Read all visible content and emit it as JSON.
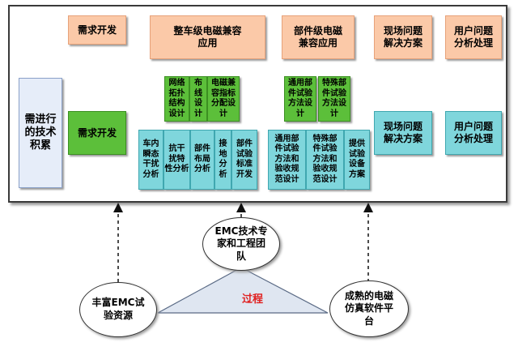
{
  "top_row": {
    "left": "需求开发",
    "vehicle": "整车级电磁兼容\n应用",
    "component": "部件级电磁\n兼容应用",
    "field": "现场问题\n解决方案",
    "user": "用户问题\n分析处理"
  },
  "left_box": "需进行\n的技术\n积累",
  "mid_row": {
    "demand": "需求开发",
    "field": "现场问题\n解决方案",
    "user": "用户问题\n分析处理"
  },
  "green_boxes": [
    "网络\n拓扑\n结构\n设计",
    "布\n线\n设\n计",
    "电磁兼\n容指标\n分配设\n计",
    "通用部\n件试验\n方法设\n计",
    "特殊部\n件试验\n方法设\n计"
  ],
  "cyan_boxes": [
    "车内\n瞬态\n干扰\n分析",
    "抗干\n扰特\n性分析",
    "部件\n布局\n分析",
    "接\n地\n分\n析",
    "部件\n试验\n标准\n开发",
    "通用部\n件试验\n方法和\n验收规\n范设计",
    "特殊部\n件试验\n方法和\n验收规\n范设计",
    "提供\n试验\n设备\n方案"
  ],
  "bottom": {
    "expert": "EMC技术专\n家和工程团\n队",
    "test_resource": "丰富EMC试\n验资源",
    "software": "成熟的电磁\n仿真软件平\n台",
    "process": "过程"
  }
}
